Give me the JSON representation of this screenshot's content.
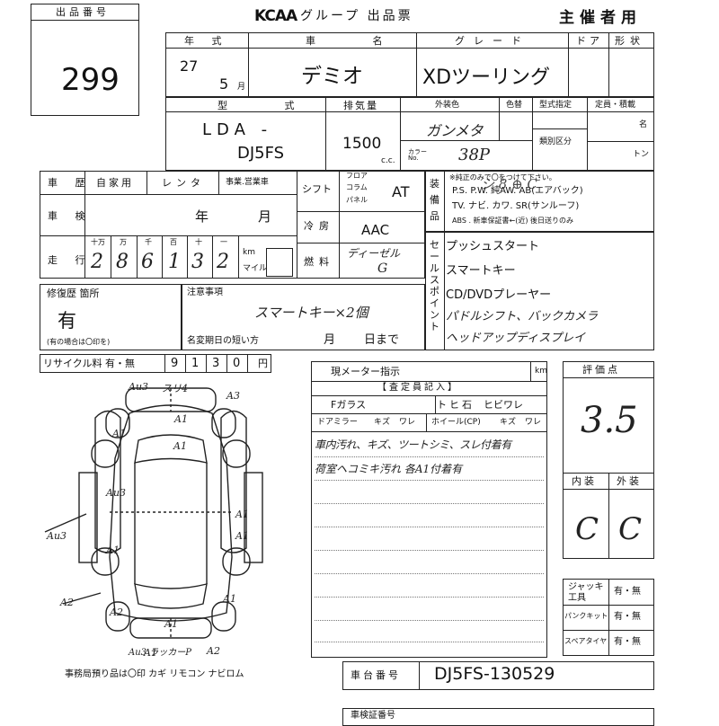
{
  "header": {
    "lot_label": "出品番号",
    "lot_number": "299",
    "org_brand": "KCAA",
    "org_title": "グループ 出品票",
    "role": "主催者用"
  },
  "vehicle": {
    "year_label": "年 式",
    "year": "27",
    "month": "5",
    "month_unit": "月",
    "name_label": "車 名",
    "name": "デミオ",
    "grade_label": "グレード",
    "grade": "XDツーリング",
    "doors_label": "ドア",
    "body_label": "形状",
    "model_label": "型 式",
    "model_line1": "LDA -",
    "model_line2": "DJ5FS",
    "displacement_label": "排気量",
    "displacement": "1500",
    "displacement_unit": "c.c.",
    "color_label": "外装色",
    "color": "ガンメタ",
    "color_code_label": "カラーNo.",
    "color_code": "38P",
    "color_type_label": "色替",
    "designation_label": "型式指定",
    "category_label": "類別区分",
    "capacity_label": "定員・積載",
    "capacity_unit_persons": "名",
    "capacity_unit_ton": "トン"
  },
  "history": {
    "history_label": "車 歴",
    "private_label": "自家用",
    "rental_label": "レンタ",
    "business_label": "事業.営業車",
    "inspection_label": "車 検",
    "year_unit": "年",
    "month_unit": "月",
    "mileage_label": "走 行",
    "mileage_place_labels": [
      "十万",
      "万",
      "千",
      "百",
      "十",
      "一"
    ],
    "mileage_digits": [
      "2",
      "8",
      "6",
      "1",
      "3",
      "2"
    ],
    "mileage_unit_km": "km",
    "mileage_unit_mile": "マイル",
    "shift_label": "シフト",
    "shift_options": [
      "フロア",
      "コラム",
      "パネル"
    ],
    "shift_value": "AT",
    "aircon_label": "冷房",
    "aircon_value": "AAC",
    "fuel_label": "燃料",
    "fuel_value": "ディーゼル",
    "fuel_mark": "G"
  },
  "equipment": {
    "side_label": "装備品",
    "note": "※純正のみで〇をつけて下さい。",
    "line1": "P.S.  P.W.  純AW.  AB(エアバック)",
    "line2": "TV.  ナビ.  カワ.  SR(サンルーフ)",
    "line3": "ABS . 新車保証書←(近) 後日送りのみ",
    "hand_marks": "シ 8 ⊕ C"
  },
  "selling_points": {
    "side_label": "セールスポイント",
    "items": [
      "プッシュスタート",
      "スマートキー",
      "CD/DVDプレーヤー",
      "パドルシフト、バックカメラ",
      "ヘッドアップディスプレイ"
    ]
  },
  "repair": {
    "label": "修復歴 箇所",
    "value": "有",
    "note": "(有の場合は〇印を)"
  },
  "notes": {
    "label": "注意事項",
    "text": "スマートキー×2個",
    "short_inspection_label": "名変期日の短い方",
    "month_unit": "月",
    "day_unit": "日まで"
  },
  "recycle": {
    "label": "リサイクル料 有・無",
    "digits": [
      "9",
      "1",
      "3",
      "0"
    ],
    "unit": "円"
  },
  "inspector": {
    "meter_label": "現メーター指示",
    "meter_unit": "km",
    "entry_label": "【査定員記入】",
    "glass_label": "Fガラス",
    "glass_options": [
      "ト",
      "ヒ",
      "石",
      "ヒビワレ"
    ],
    "mirror_label": "ドアミラー",
    "mirror_options": [
      "キズ",
      "ワレ"
    ],
    "wheel_label": "ホイール(CP)",
    "wheel_options": [
      "キズ",
      "ワレ"
    ],
    "remark_line1": "車内汚れ、キズ、ツートシミ、スレ付着有",
    "remark_line2": "荷室ヘコミキ汚れ 各A1付着有"
  },
  "grade": {
    "label": "評価点",
    "score": "3.5",
    "interior_label": "内装",
    "exterior_label": "外装",
    "interior": "C",
    "exterior": "C"
  },
  "accessories": {
    "jack_label": "ジャッキ工具",
    "puncture_label": "パンクキット",
    "spare_label": "スペアタイヤ",
    "yesno": "有・無"
  },
  "chassis": {
    "label": "車台番号",
    "number": "DJ5FS-130529"
  },
  "diagram": {
    "marks": [
      "Au3",
      "スリ4",
      "A3",
      "A1",
      "A1",
      "A1",
      "Au3",
      "A1",
      "A1",
      "A1",
      "A1",
      "Au3",
      "A2",
      "A1",
      "A1",
      "A2",
      "Au3 ラッカーP",
      "A2"
    ],
    "footer": "事務局預り品は〇印  カギ  リモコン  ナビロム"
  },
  "footer": {
    "next_label": "車検証番号"
  }
}
